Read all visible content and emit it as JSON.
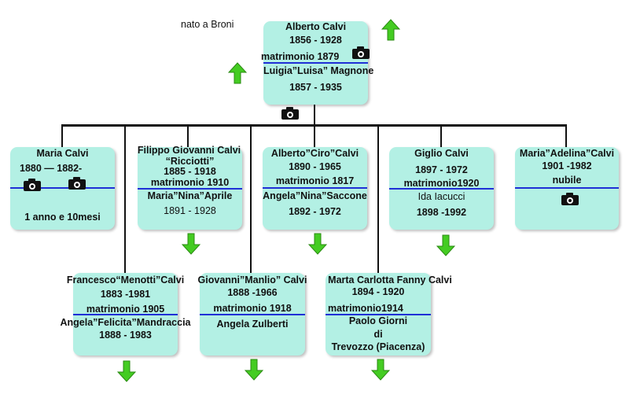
{
  "note": "nato a Broni",
  "root": {
    "name": "Alberto Calvi",
    "dates": "1856 - 1928",
    "marriage": "matrimonio 1879",
    "spouse": "Luigia”Luisa” Magnone",
    "spouse_dates": "1857 - 1935"
  },
  "row1": [
    {
      "name": "Maria Calvi",
      "dates": "1880 — 1882-",
      "note": "1 anno e 10mesi"
    },
    {
      "name": "Filippo Giovanni Calvi",
      "nick": "“Ricciotti”",
      "dates": "1885 - 1918",
      "marriage": "matrimonio 1910",
      "spouse": "Maria”Nina”Aprile",
      "spouse_dates": "1891 - 1928"
    },
    {
      "name": "Alberto”Ciro”Calvi",
      "dates": "1890 - 1965",
      "marriage": "matrimonio 1817",
      "spouse": "Angela”Nina”Saccone",
      "spouse_dates": "1892 - 1972"
    },
    {
      "name": "Giglio Calvi",
      "dates": "1897 - 1972",
      "marriage": "matrimonio1920",
      "spouse": "Ida Iacucci",
      "spouse_dates": "1898 -1992"
    },
    {
      "name": "Maria”Adelina”Calvi",
      "dates": "1901 -1982",
      "note": "nubile"
    }
  ],
  "row2": [
    {
      "name": "Francesco“Menotti”Calvi",
      "dates": "1883 -1981",
      "marriage": "matrimonio 1905",
      "spouse": "Angela”Felicita”Mandraccia",
      "spouse_dates": "1888 - 1983"
    },
    {
      "name": "Giovanni”Manlio” Calvi",
      "dates": "1888 -1966",
      "marriage": "matrimonio 1918",
      "spouse": "Angela Zulberti"
    },
    {
      "name": "Marta Carlotta Fanny Calvi",
      "dates": "1894 - 1920",
      "marriage": "matrimonio1914",
      "spouse": "Paolo Giorni",
      "spouse_di": "di",
      "spouse_place": "Trevozzo (Piacenza)"
    }
  ],
  "icons": {
    "photo": "camera-icon",
    "nav_up": "arrow-up-icon",
    "nav_down": "arrow-down-icon",
    "box_color": "#b3f0e4",
    "separator_color": "#1f2fd6",
    "arrow_color": "#44cc22"
  }
}
